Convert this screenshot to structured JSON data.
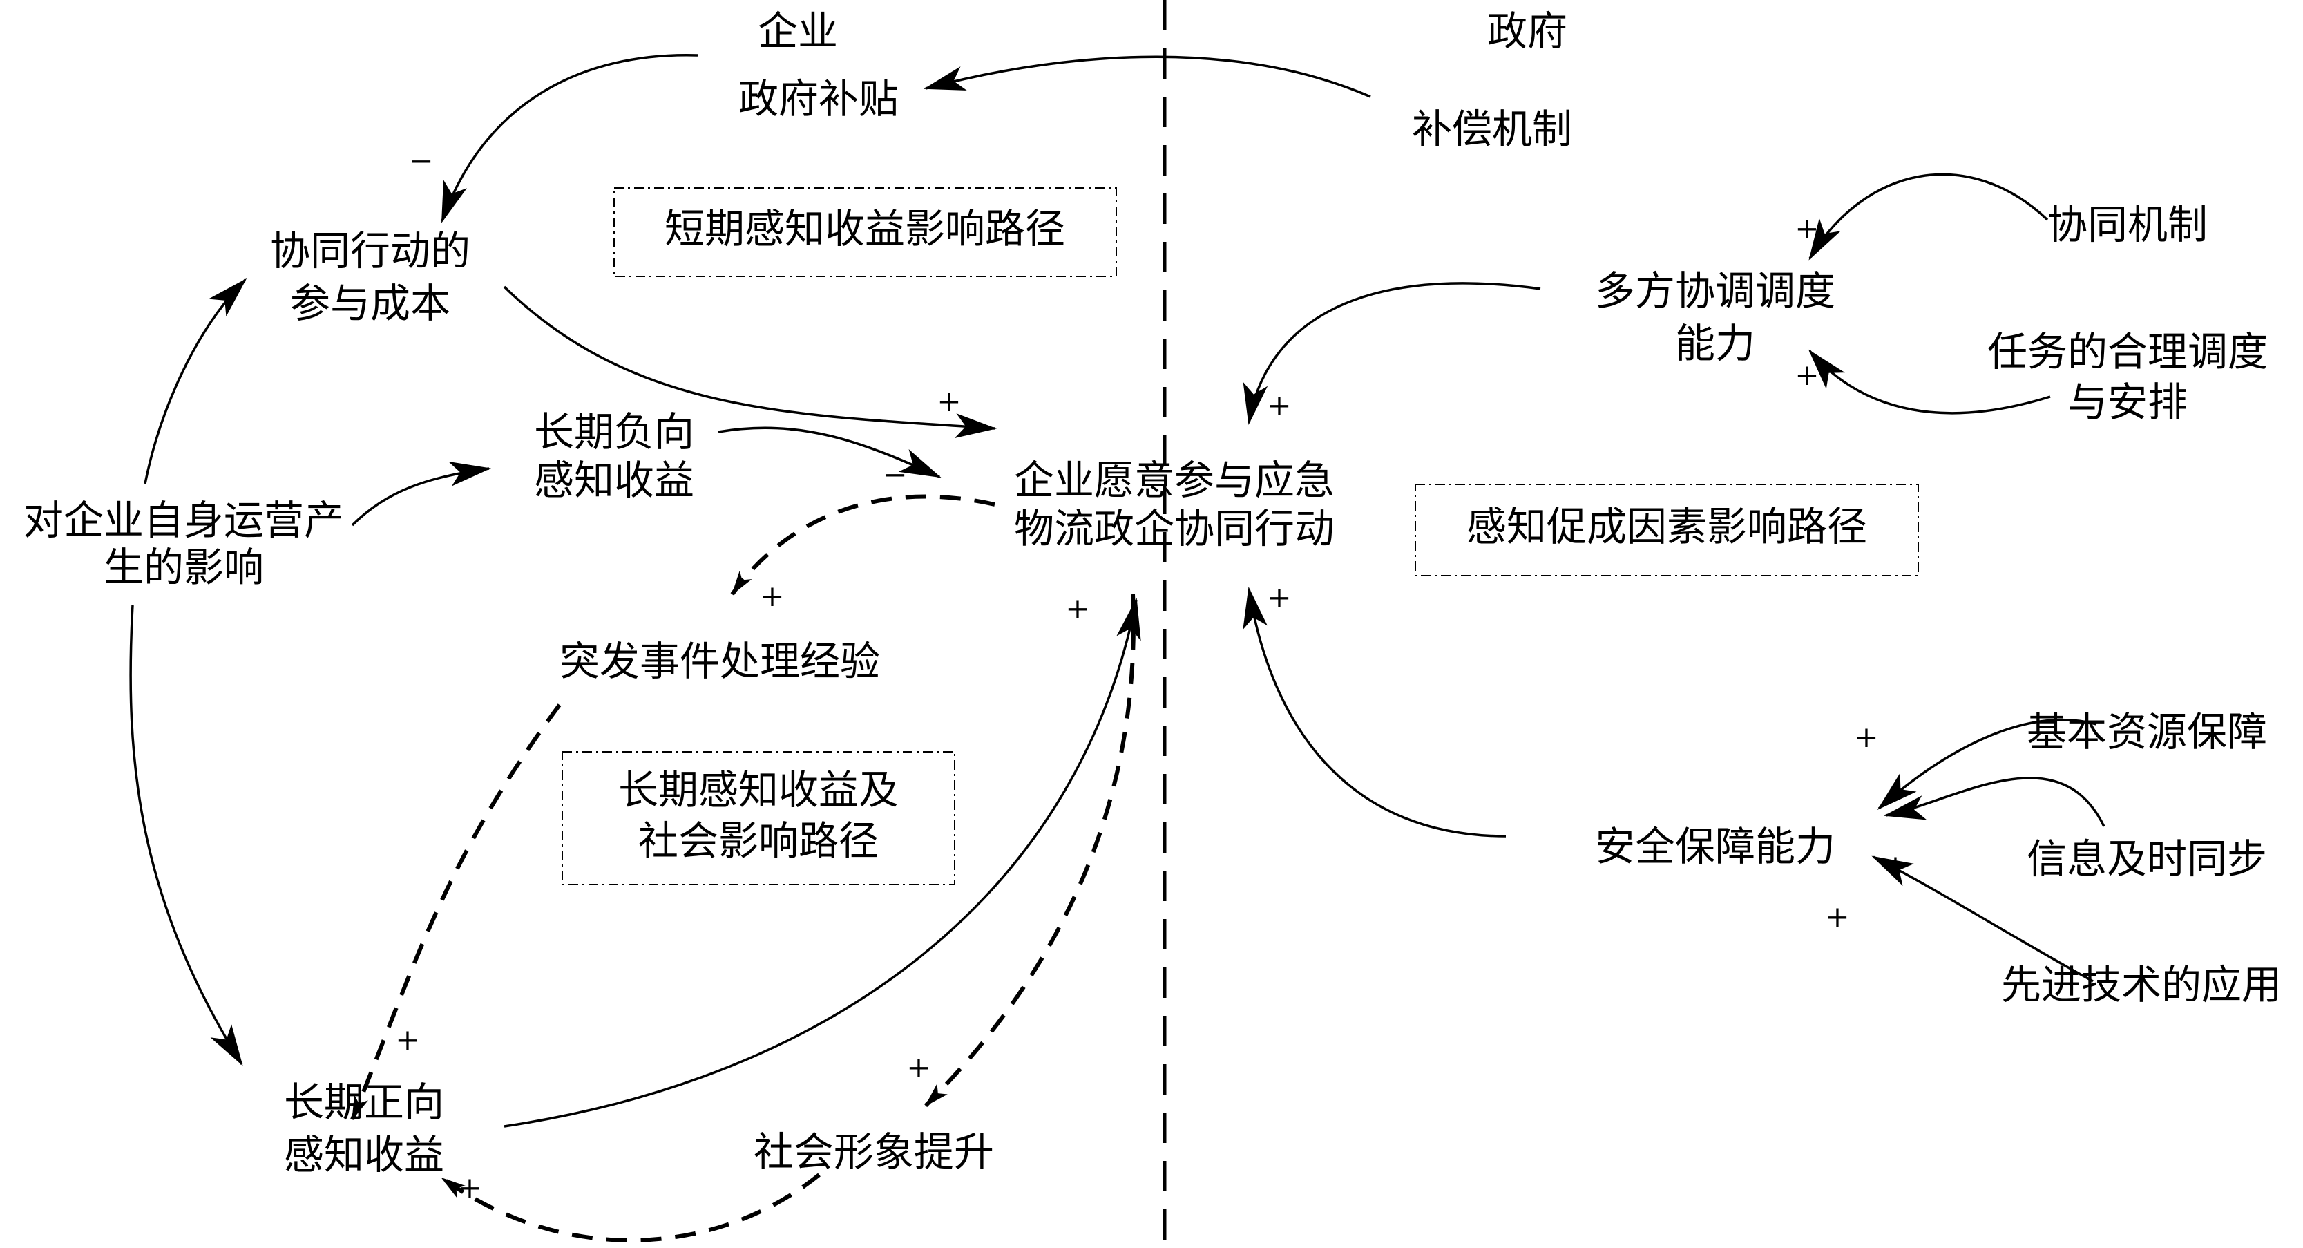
{
  "diagram": {
    "type": "causal-loop-diagram",
    "sections": {
      "enterprise": "企业",
      "government": "政府"
    },
    "nodes": {
      "gov_subsidy": "政府补贴",
      "compensation": "补偿机制",
      "participation_cost": [
        "协同行动的",
        "参与成本"
      ],
      "long_negative": [
        "长期负向",
        "感知收益"
      ],
      "own_operation": [
        "对企业自身运营产",
        "生的影响"
      ],
      "central": [
        "企业愿意参与应急",
        "物流政企协同行动"
      ],
      "emergency_exp": "突发事件处理经验",
      "long_positive": [
        "长期正向",
        "感知收益"
      ],
      "social_image": "社会形象提升",
      "multi_coord": [
        "多方协调调度",
        "能力"
      ],
      "coop_mechanism": "协同机制",
      "task_schedule": [
        "任务的合理调度",
        "与安排"
      ],
      "safety_capability": "安全保障能力",
      "basic_resource": "基本资源保障",
      "info_sync": "信息及时同步",
      "advanced_tech": "先进技术的应用"
    },
    "path_boxes": {
      "short_term": "短期感知收益影响路径",
      "long_term": [
        "长期感知收益及",
        "社会影响路径"
      ],
      "perceived_factors": "感知促成因素影响路径"
    },
    "links": [
      {
        "from": "compensation",
        "to": "gov_subsidy",
        "sign": "",
        "style": "solid"
      },
      {
        "from": "gov_subsidy",
        "to": "participation_cost",
        "sign": "−",
        "style": "solid"
      },
      {
        "from": "participation_cost",
        "to": "central",
        "sign": "+",
        "style": "solid"
      },
      {
        "from": "long_negative",
        "to": "central",
        "sign": "−",
        "style": "solid"
      },
      {
        "from": "own_operation",
        "to": "participation_cost",
        "sign": "",
        "style": "solid"
      },
      {
        "from": "own_operation",
        "to": "long_negative",
        "sign": "",
        "style": "solid"
      },
      {
        "from": "own_operation",
        "to": "long_positive",
        "sign": "",
        "style": "solid"
      },
      {
        "from": "central",
        "to": "emergency_exp",
        "sign": "+",
        "style": "dashed"
      },
      {
        "from": "emergency_exp",
        "to": "long_positive",
        "sign": "+",
        "style": "dashed"
      },
      {
        "from": "long_positive",
        "to": "central",
        "sign": "+",
        "style": "solid"
      },
      {
        "from": "central",
        "to": "social_image",
        "sign": "+",
        "style": "dashed"
      },
      {
        "from": "social_image",
        "to": "long_positive",
        "sign": "+",
        "style": "dashed"
      },
      {
        "from": "multi_coord",
        "to": "central",
        "sign": "+",
        "style": "solid"
      },
      {
        "from": "coop_mechanism",
        "to": "multi_coord",
        "sign": "+",
        "style": "solid"
      },
      {
        "from": "task_schedule",
        "to": "multi_coord",
        "sign": "+",
        "style": "solid"
      },
      {
        "from": "safety_capability",
        "to": "central",
        "sign": "+",
        "style": "solid"
      },
      {
        "from": "basic_resource",
        "to": "safety_capability",
        "sign": "+",
        "style": "solid"
      },
      {
        "from": "info_sync",
        "to": "safety_capability",
        "sign": "+",
        "style": "solid"
      },
      {
        "from": "advanced_tech",
        "to": "safety_capability",
        "sign": "+",
        "style": "solid"
      }
    ]
  }
}
